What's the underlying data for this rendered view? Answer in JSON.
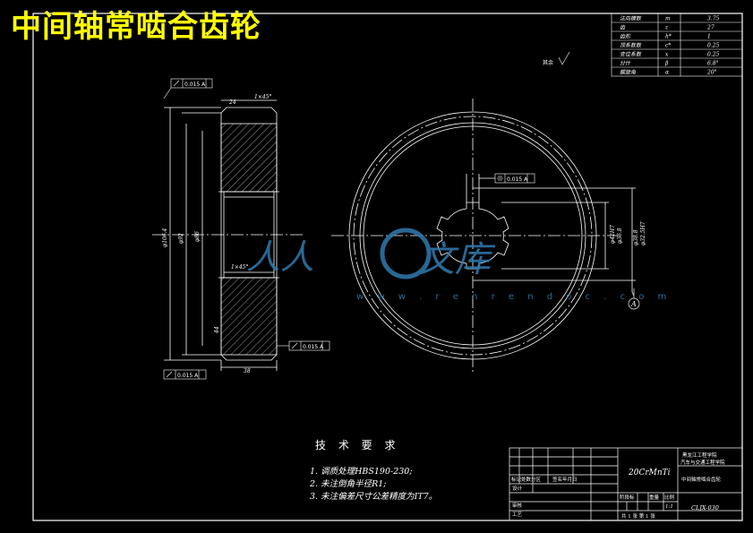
{
  "banner_title": "中间轴常啮合齿轮",
  "tech_requirements": {
    "title": "技 术 要 求",
    "items": [
      "1. 调质处理HBS190-230;",
      "2. 未注倒角半径R1;",
      "3. 未注偏差尺寸公差精度为IT7。"
    ]
  },
  "params_table": [
    {
      "name": "法向模数",
      "sym": "m",
      "val": "3.75"
    },
    {
      "name": "齿",
      "sym": "z",
      "val": "27"
    },
    {
      "name": "齿形",
      "sym": "h*",
      "val": "1"
    },
    {
      "name": "顶系数数",
      "sym": "c*",
      "val": "0.25"
    },
    {
      "name": "变位系数",
      "sym": "x",
      "val": "0.25"
    },
    {
      "name": "分什",
      "sym": "β",
      "val": "6.8°"
    },
    {
      "name": "螺旋角",
      "sym": "α",
      "val": "20°"
    }
  ],
  "tolerances": {
    "runout_top": "0.015 A",
    "runout_bottom_right": "0.015 A",
    "runout_bottom_left": "0.015 A",
    "symmetry_key": "0.015 A"
  },
  "dimensions": {
    "chamfer_top": "1×45°",
    "chamfer_inner": "1×45°",
    "width_top": "24",
    "width_bottom": "38",
    "dia_outer": "φ106.4",
    "dia_root": "φ92",
    "dia_hub": "φ86",
    "hub_width": "44",
    "bore_a": "φ42H7",
    "bore_b": "φ36.8",
    "bore_c": "φ38.8",
    "bore_d": "φ32.5H7",
    "datum": "A",
    "surface_mark": "其余"
  },
  "title_block": {
    "material": "20CrMnTi",
    "school": "黑龙江工程学院",
    "dept": "汽车与交通工程学院",
    "part_name": "中间轴常啮合齿轮",
    "mark_row": "标记处数分区",
    "sign_row": "签名年月日",
    "designer": "设计",
    "checker": "审核",
    "process": "工艺",
    "stage": "阶段标",
    "weight": "重量",
    "scale_label": "比例",
    "scale": "1:1",
    "sheet": "共 1 张 第 1 张",
    "drawing_no": "CLJX-030"
  },
  "watermark": "w w w . r e n r e n d o c . c o m",
  "colors": {
    "banner": "#ffff00",
    "lines": "#ffffff",
    "watermark": "#2f7bb0"
  }
}
